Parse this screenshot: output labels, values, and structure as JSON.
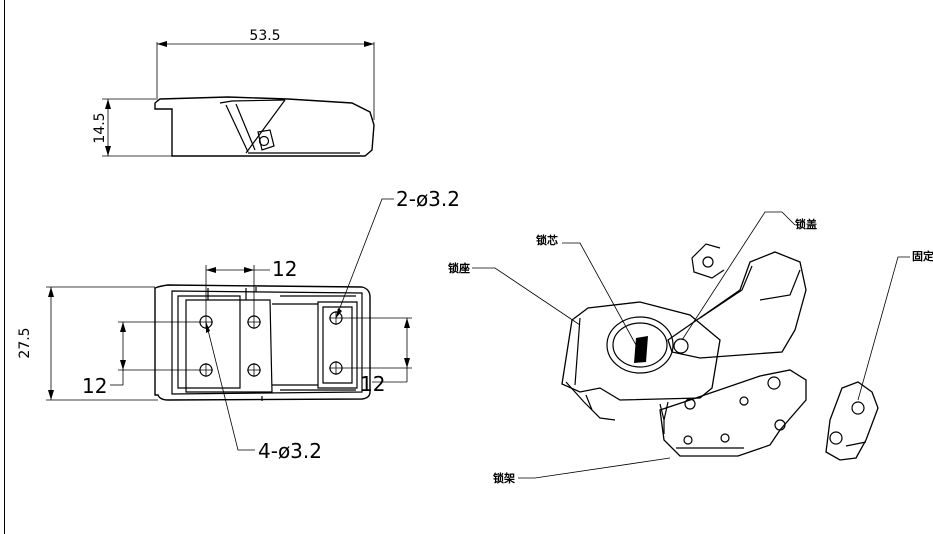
{
  "dimensions": {
    "top_width": "53.5",
    "top_height": "14.5",
    "front_height": "27.5",
    "spacing_top": "12",
    "spacing_left": "12",
    "spacing_right": "12",
    "holes_right": "2-ø3.2",
    "holes_left": "4-ø3.2"
  },
  "part_labels": {
    "lock_core": "锁芯",
    "lock_seat": "锁座",
    "lock_cover": "锁盖",
    "lock_frame": "锁架",
    "fixed_part": "固定"
  }
}
